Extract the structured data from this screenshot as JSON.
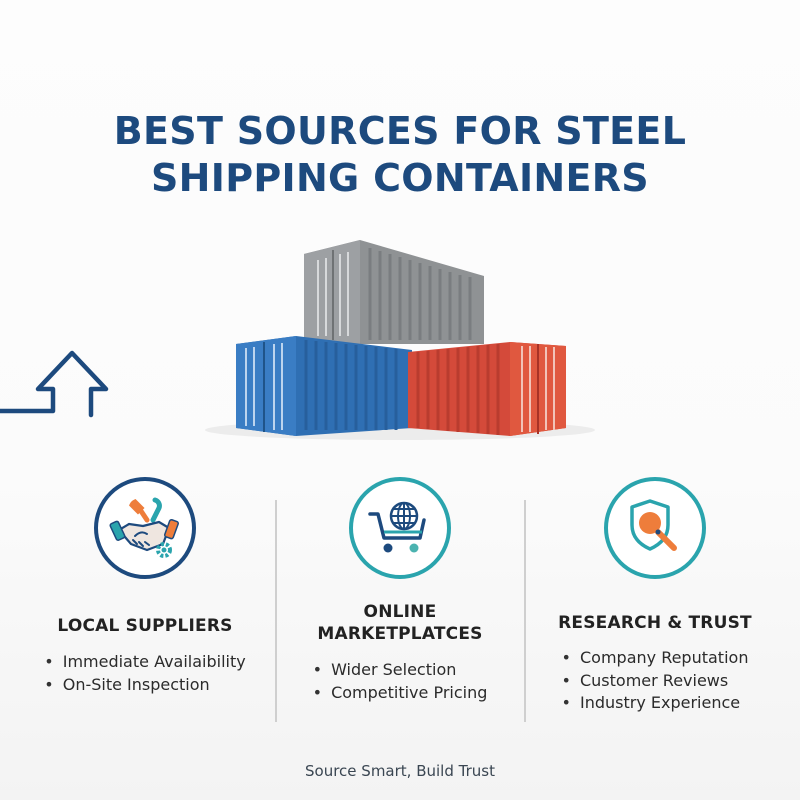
{
  "title": {
    "line1": "BEST SOURCES FOR STEEL",
    "line2": "SHIPPING CONTAINERS"
  },
  "colors": {
    "title": "#1d4a7e",
    "navy": "#1d4a7e",
    "teal": "#2aa4ad",
    "orange": "#ee7d3b",
    "container_gray": "#8f9294",
    "container_blue": "#2f6fb3",
    "container_red": "#d44a3a"
  },
  "illustration": {
    "decor_icon": "house-arrow-icon",
    "image": "stacked-shipping-containers"
  },
  "columns": [
    {
      "icon": "handshake-tools-icon",
      "heading": "LOCAL SUPPLIERS",
      "bullets": [
        "Immediate Availaibility",
        "On-Site Inspection"
      ]
    },
    {
      "icon": "shopping-cart-globe-icon",
      "heading_line1": "ONLINE",
      "heading_line2": "MARKETPLATCES",
      "bullets": [
        "Wider Selection",
        "Competitive Pricing"
      ]
    },
    {
      "icon": "shield-magnifier-icon",
      "heading": "RESEARCH & TRUST",
      "bullets": [
        "Company Reputation",
        "Customer Reviews",
        "Industry Experience"
      ]
    }
  ],
  "footer": {
    "tagline": "Source Smart, Build Trust"
  }
}
